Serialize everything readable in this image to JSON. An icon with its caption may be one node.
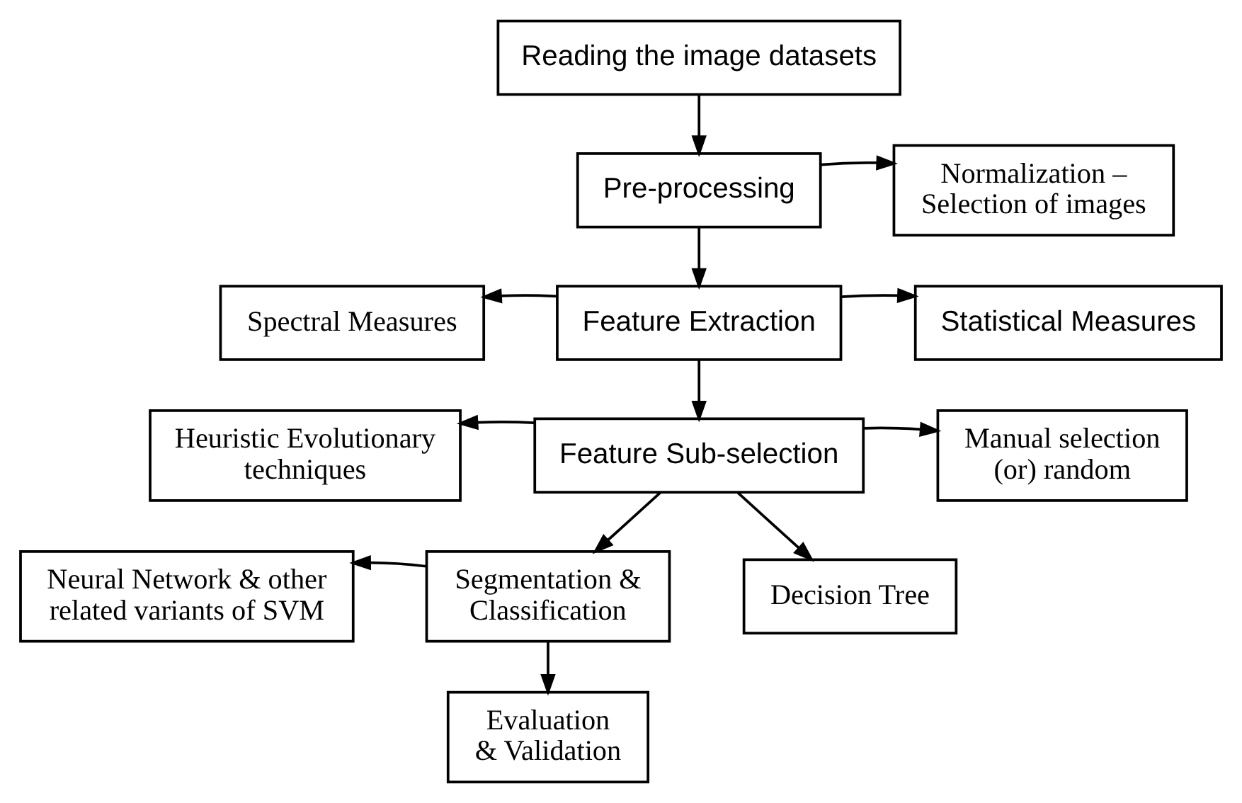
{
  "diagram": {
    "nodes": [
      {
        "text": [
          "Reading the image datasets"
        ]
      },
      {
        "text": [
          "Pre-processing"
        ]
      },
      {
        "text": [
          "Normalization – Selection of images"
        ]
      },
      {
        "text": [
          "Spectral Measures"
        ]
      },
      {
        "text": [
          "Feature Extraction"
        ]
      },
      {
        "text": [
          "Statistical Measures"
        ]
      },
      {
        "text": [
          "Heuristic Evolutionary techniques"
        ]
      },
      {
        "text": [
          "Feature Sub-selection"
        ]
      },
      {
        "text": [
          "Manual selection (or) random"
        ]
      },
      {
        "text": [
          "Neural Network & other related variants of SVM"
        ]
      },
      {
        "text": [
          "Segmentation & Classification"
        ]
      },
      {
        "text": [
          "Decision Tree"
        ]
      },
      {
        "text": [
          "Evaluation & Validation"
        ]
      }
    ],
    "edges": [
      {
        "from": 0,
        "to": 1,
        "arrow": "to"
      },
      {
        "from": 1,
        "to": 2,
        "arrow": "to"
      },
      {
        "from": 1,
        "to": 4,
        "arrow": "to"
      },
      {
        "from": 4,
        "to": 3,
        "arrow": "to"
      },
      {
        "from": 4,
        "to": 5,
        "arrow": "to"
      },
      {
        "from": 4,
        "to": 7,
        "arrow": "to"
      },
      {
        "from": 7,
        "to": 6,
        "arrow": "to"
      },
      {
        "from": 7,
        "to": 8,
        "arrow": "to"
      },
      {
        "from": 7,
        "to": 11,
        "arrow": "to"
      },
      {
        "from": 7,
        "to": 10,
        "arrow": "to"
      },
      {
        "from": 10,
        "to": 9,
        "arrow": "to"
      },
      {
        "from": 10,
        "to": 12,
        "arrow": "to"
      }
    ]
  }
}
